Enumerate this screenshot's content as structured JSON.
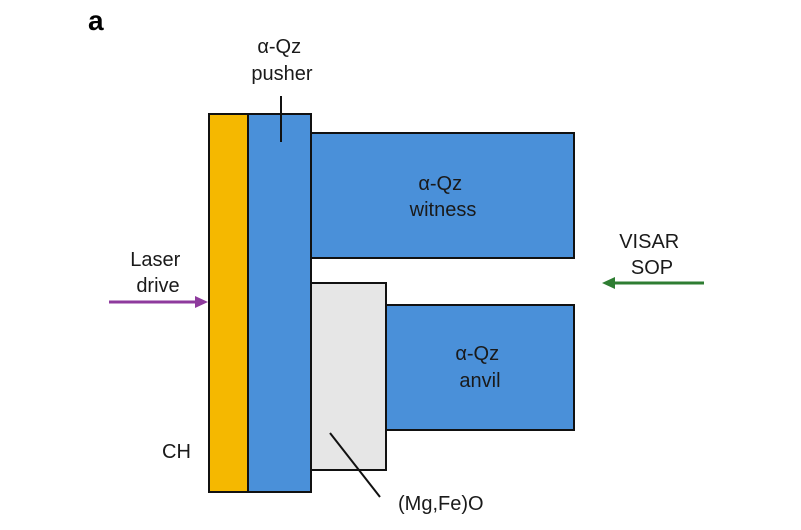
{
  "panel_label": "a",
  "labels": {
    "pusher": [
      "α-Qz",
      "pusher"
    ],
    "witness": [
      "α-Qz",
      "witness"
    ],
    "anvil": [
      "α-Qz",
      "anvil"
    ],
    "laser": [
      "Laser",
      "drive"
    ],
    "visar": [
      "VISAR",
      "SOP"
    ],
    "ch": "CH",
    "sample": "(Mg,Fe)O"
  },
  "colors": {
    "quartz_blue": "#4a90d9",
    "ch_yellow": "#f5b800",
    "sample_gray": "#e6e6e6",
    "laser_arrow": "#8e3a9d",
    "visar_arrow": "#2e7d32",
    "outline": "#111111"
  }
}
